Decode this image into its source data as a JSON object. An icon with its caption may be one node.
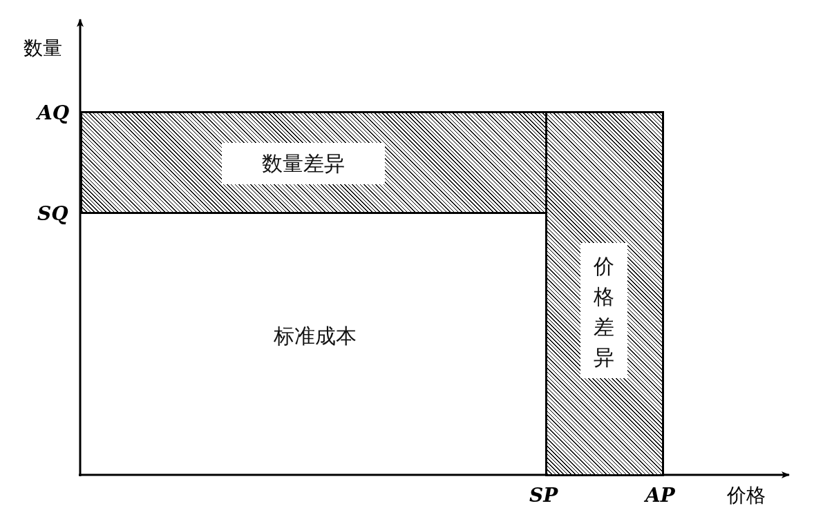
{
  "diagram": {
    "nodes": [
      {
        "text": [
          "标准成本"
        ]
      },
      {
        "text": [
          "数量差异"
        ]
      },
      {
        "text": [
          "价格差异"
        ]
      }
    ],
    "labels": [
      "数量",
      "AQ",
      "SQ",
      "SP",
      "AP",
      "价格"
    ]
  }
}
